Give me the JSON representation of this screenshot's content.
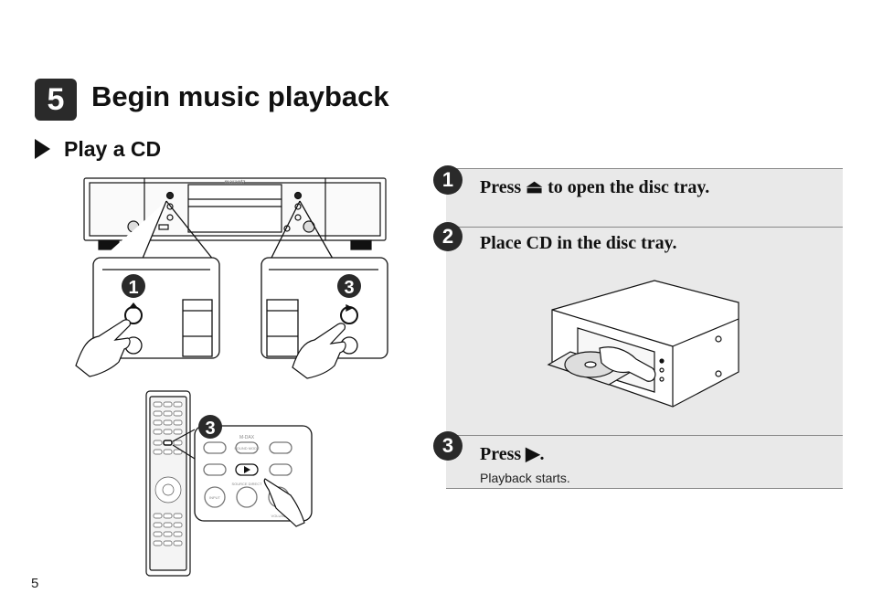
{
  "header": {
    "step_number": "5",
    "title": "Begin music playback"
  },
  "section": {
    "title": "Play a CD"
  },
  "illustration": {
    "brand_text": "marantz",
    "callout_left": "1",
    "callout_right": "3",
    "callout_remote": "3",
    "remote_label_top": "M-DAX",
    "remote_label_mid": "SOUND MODE",
    "remote_label_source": "SOURCE DIRECT",
    "remote_label_input": "INPUT",
    "remote_label_vol": "VOLUME"
  },
  "steps": [
    {
      "number": "1",
      "text": "Press ⏏ to open the disc tray.",
      "sub": ""
    },
    {
      "number": "2",
      "text": "Place CD in the disc tray.",
      "sub": ""
    },
    {
      "number": "3",
      "text": "Press ▶.",
      "sub": "Playback starts."
    }
  ],
  "footer": {
    "page_number": "5"
  }
}
